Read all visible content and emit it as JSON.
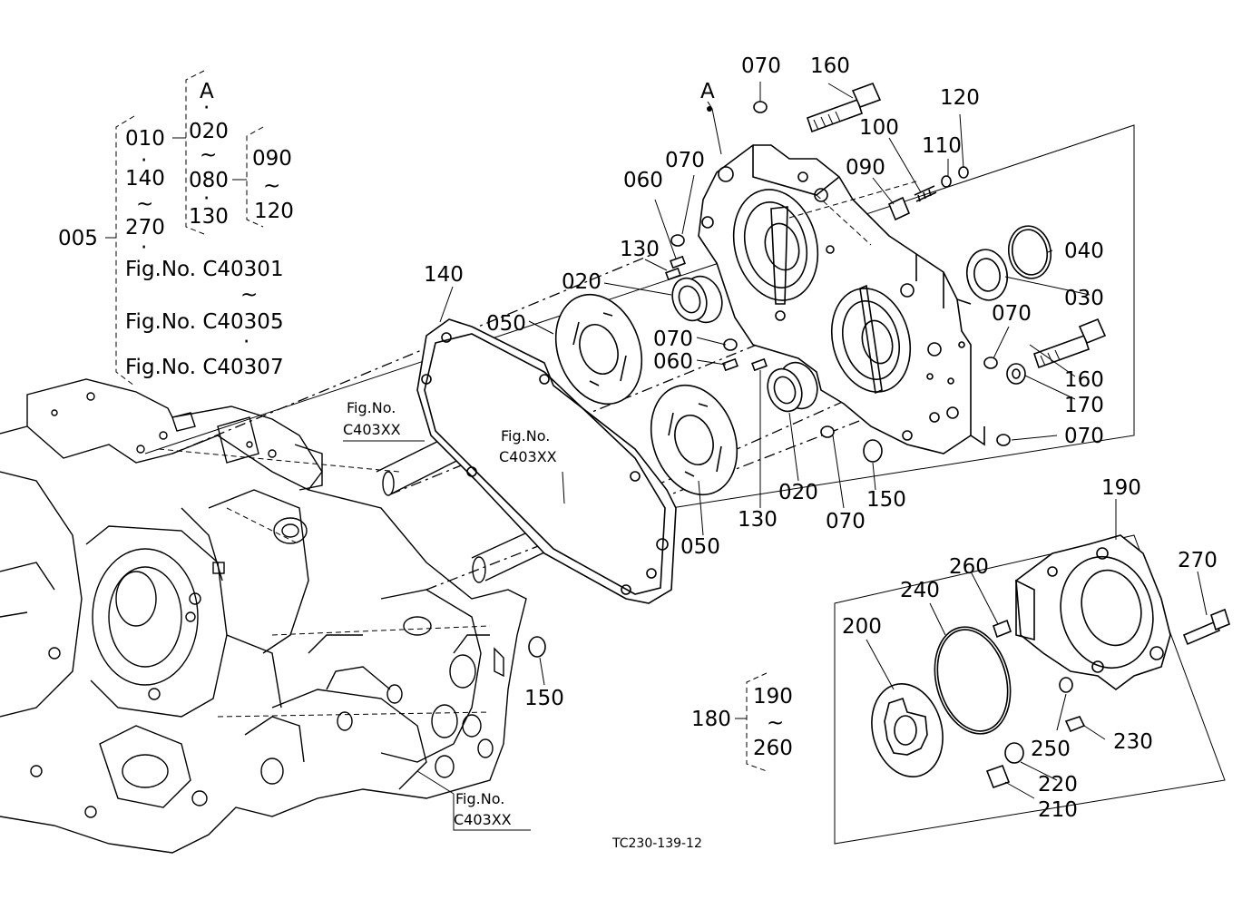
{
  "tree": {
    "assembly": "005",
    "range_a": [
      "010",
      "140",
      "270"
    ],
    "range_b": [
      "020",
      "080",
      "130"
    ],
    "range_b_header": "A",
    "range_c": [
      "090",
      "120"
    ],
    "fig_refs": [
      "Fig.No. C40301",
      "Fig.No. C40305",
      "Fig.No. C40307"
    ],
    "tilde": "~",
    "dot": "·"
  },
  "subassembly": {
    "assembly": "180",
    "range": [
      "190",
      "260"
    ]
  },
  "callout_A": "A",
  "fig_no_label": "Fig.No.",
  "fig_no_code": "C403XX",
  "part_labels": {
    "p070_top": "070",
    "p160_top": "160",
    "p120": "120",
    "p100": "100",
    "p110": "110",
    "p090": "090",
    "p070_a": "070",
    "p060_a": "060",
    "p130_a": "130",
    "p020_a": "020",
    "p050_a": "050",
    "p140": "140",
    "p040": "040",
    "p030": "030",
    "p070_b": "070",
    "p070_c": "070",
    "p060_b": "060",
    "p160_right": "160",
    "p170": "170",
    "p070_d": "070",
    "p020_b": "020",
    "p130_b": "130",
    "p070_e": "070",
    "p150_a": "150",
    "p050_b": "050",
    "p150_b": "150",
    "p190": "190",
    "p270": "270",
    "p260": "260",
    "p240": "240",
    "p200": "200",
    "p250": "250",
    "p230": "230",
    "p220": "220",
    "p210": "210"
  },
  "drawing_code": "TC230-139-12"
}
